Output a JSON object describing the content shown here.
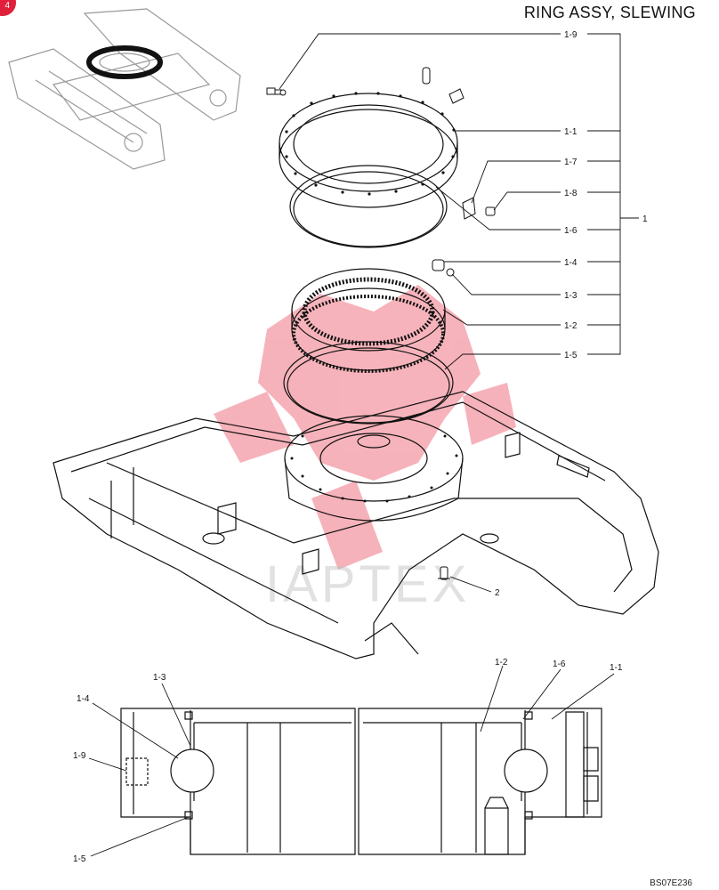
{
  "title": "RING ASSY, SLEWING",
  "drawing_code": "BS07E236",
  "badge": "4",
  "watermark_text": "IAPTEX",
  "colors": {
    "line": "#111111",
    "watermark": "#e8243c",
    "badge": "#e0203a"
  },
  "callouts": {
    "c1_9": "1-9",
    "c1_1": "1-1",
    "c1_7": "1-7",
    "c1_8": "1-8",
    "c1": "1",
    "c1_6": "1-6",
    "c1_4": "1-4",
    "c1_3": "1-3",
    "c1_2": "1-2",
    "c1_5": "1-5",
    "c2": "2"
  },
  "section_callouts": {
    "c1_3": "1-3",
    "c1_4": "1-4",
    "c1_9": "1-9",
    "c1_5": "1-5",
    "c1_2": "1-2",
    "c1_6": "1-6",
    "c1_1": "1-1"
  }
}
